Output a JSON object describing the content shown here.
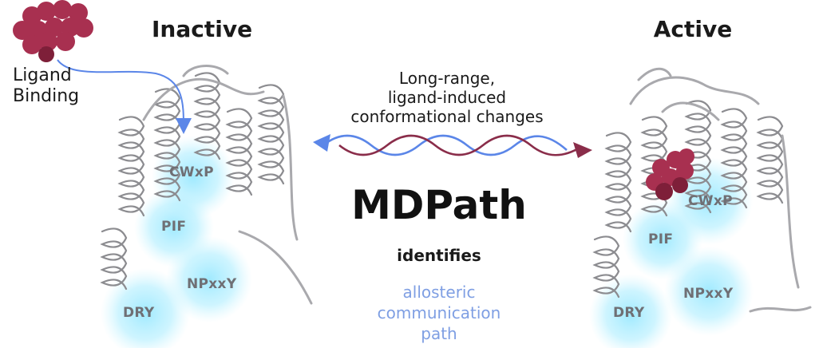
{
  "panels": {
    "inactive": {
      "title": "Inactive",
      "motifs": [
        "CWxP",
        "PIF",
        "NPxxY",
        "DRY"
      ]
    },
    "active": {
      "title": "Active",
      "motifs": [
        "CWxP",
        "PIF",
        "NPxxY",
        "DRY"
      ]
    }
  },
  "ligand": {
    "label_line1": "Ligand",
    "label_line2": "Binding"
  },
  "center": {
    "changes_line1": "Long-range,",
    "changes_line2": "ligand-induced",
    "changes_line3": "conformational changes",
    "tool_name": "MDPath",
    "verb": "identifies",
    "result_line1": "allosteric",
    "result_line2": "communication",
    "result_line3": "path"
  },
  "colors": {
    "ligand": "#a83050",
    "ligand_dark": "#7e1f39",
    "protein": "#d2d2d5",
    "protein_edge": "#8c8c90",
    "highlight": "#8fe6ff",
    "blue_path": "#5b86e8",
    "wave_red": "#8a2d4a",
    "result_text": "#7f9fe3",
    "heading_text": "#1a1a1a"
  }
}
